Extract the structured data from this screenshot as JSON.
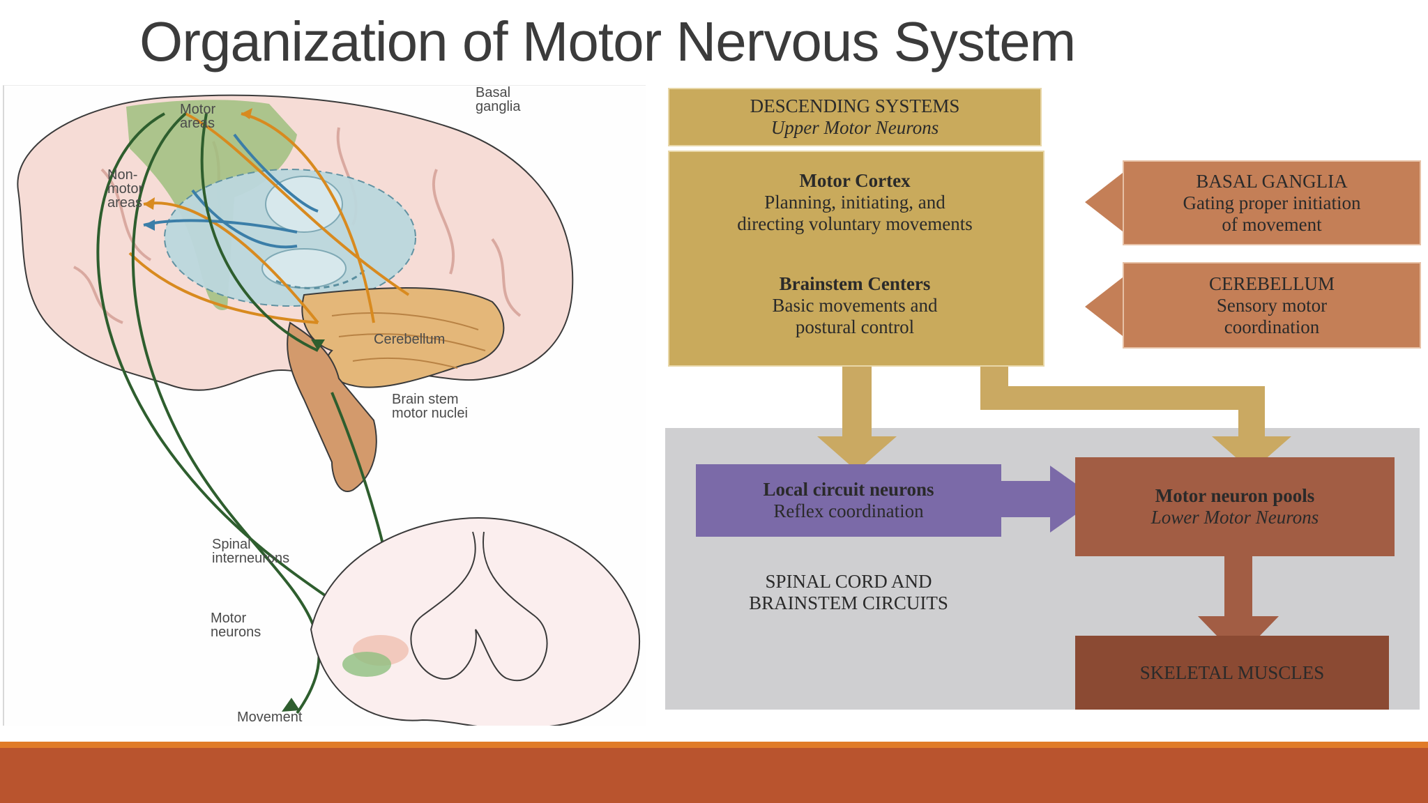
{
  "title": "Organization of Motor Nervous System",
  "figure": {
    "labels": {
      "motor_areas": "Motor\nareas",
      "basal_ganglia": "Basal\nganglia",
      "nonmotor_areas": "Non-\nmotor\nareas",
      "cerebellum": "Cerebellum",
      "brainstem": "Brain stem\nmotor nuclei",
      "spinal_interneurons": "Spinal\ninterneurons",
      "motor_neurons": "Motor\nneurons",
      "movement": "Movement"
    }
  },
  "flowchart": {
    "descending": {
      "title": "DESCENDING SYSTEMS",
      "subtitle": "Upper Motor Neurons"
    },
    "motor_cortex": {
      "title": "Motor Cortex",
      "text": "Planning, initiating, and\ndirecting voluntary movements"
    },
    "brainstem_centers": {
      "title": "Brainstem Centers",
      "text": "Basic movements and\npostural control"
    },
    "basal_ganglia": {
      "title": "BASAL GANGLIA",
      "text": "Gating proper initiation\nof movement"
    },
    "cerebellum": {
      "title": "CEREBELLUM",
      "text": "Sensory motor\ncoordination"
    },
    "local_circuit": {
      "title": "Local circuit neurons",
      "text": "Reflex coordination"
    },
    "motor_pools": {
      "title": "Motor neuron pools",
      "subtitle": "Lower Motor Neurons"
    },
    "spinal_cord": {
      "text": "SPINAL CORD AND\nBRAINSTEM CIRCUITS"
    },
    "skeletal": {
      "text": "SKELETAL MUSCLES"
    }
  },
  "colors": {
    "tan": "#c9aa5c",
    "tan_light": "#caa962",
    "copper": "#c47f57",
    "purple": "#7b6aa8",
    "rust": "#a25d44",
    "brown": "#8b4a33",
    "gray_panel": "#cfcfd1",
    "footer_orange": "#e07b28",
    "footer_rust": "#b9542e"
  }
}
